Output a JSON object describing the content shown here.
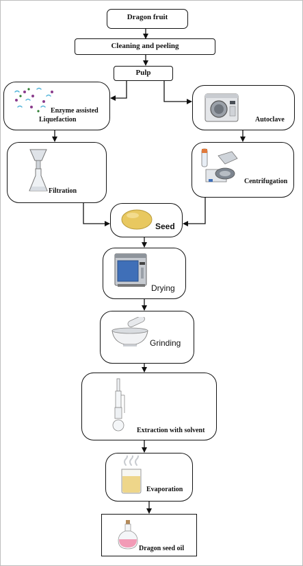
{
  "steps": {
    "dragon_fruit": "Dragon fruit",
    "cleaning_peeling": "Cleaning and peeling",
    "pulp": "Pulp",
    "enzyme_line1": "Enzyme assisted",
    "enzyme_line2": "Liquefaction",
    "autoclave": "Autoclave",
    "filtration": "Filtration",
    "centrifugation": "Centrifugation",
    "seed": "Seed",
    "drying": "Drying",
    "grinding": "Grinding",
    "extraction": "Extraction with solvent",
    "evaporation": "Evaporation",
    "dragon_seed_oil": "Dragon seed oil"
  },
  "icons": [
    "enzyme-molecules-icon",
    "autoclave-icon",
    "filtration-flask-icon",
    "centrifuge-icon",
    "seed-icon",
    "drying-oven-icon",
    "mortar-pestle-icon",
    "soxhlet-extractor-icon",
    "evaporation-beaker-icon",
    "oil-bottle-icon"
  ],
  "colors": {
    "stroke": "#111111",
    "seed": "#e8c860",
    "oven_blue": "#3f6fb8",
    "oil_pink": "#f29bb6"
  }
}
